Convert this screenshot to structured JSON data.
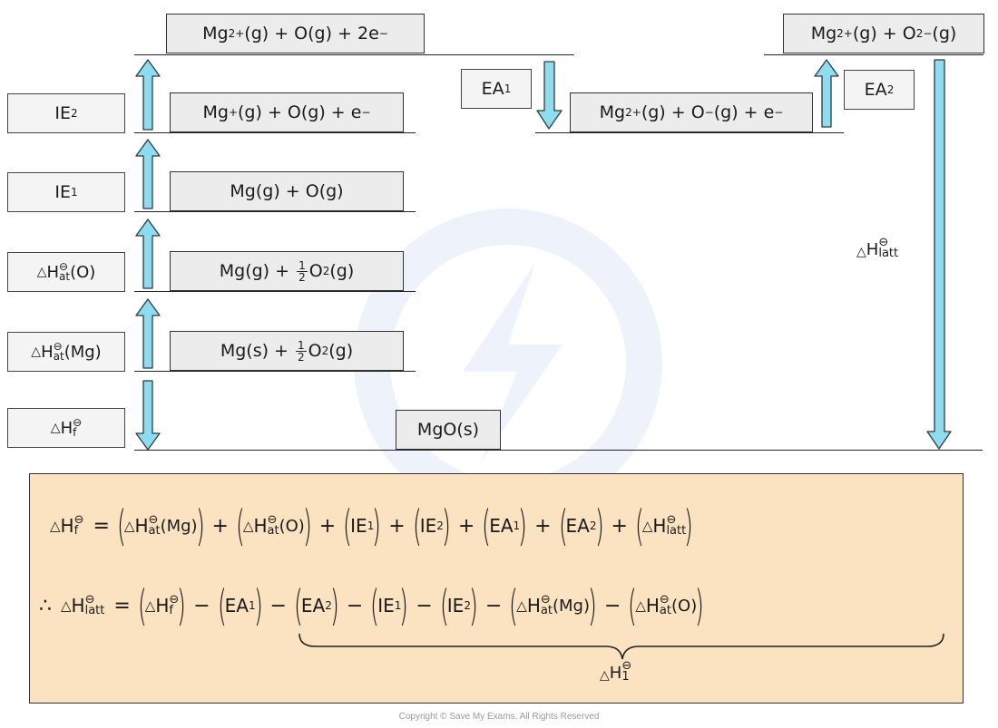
{
  "levels": {
    "top_left": {
      "pre": "Mg",
      "sup": "2+",
      "post": "(g) + O(g) + 2e",
      "sup2": "−"
    },
    "top_right": {
      "pre": "Mg",
      "sup": "2+",
      "mid": "(g) + O",
      "sup2": "2−",
      "post": "(g)"
    },
    "mid_right": {
      "pre": "Mg",
      "sup": "2+",
      "mid": "(g) + O",
      "sup2": "−",
      "post": "(g) + e",
      "sup3": "−"
    },
    "ie2": {
      "pre": "Mg",
      "sup": "+",
      "post": "(g) + O(g) + e",
      "sup2": "−"
    },
    "ie1": {
      "text": "Mg(g) + O(g)"
    },
    "at_o": {
      "pre": "Mg(g) + ",
      "num": "1",
      "den": "2",
      "post": "O",
      "sub": "2",
      "post2": "(g)"
    },
    "at_mg": {
      "pre": "Mg(s) + ",
      "num": "1",
      "den": "2",
      "post": "O",
      "sub": "2",
      "post2": "(g)"
    },
    "mgo": {
      "text": "MgO(s)"
    }
  },
  "labels": {
    "ie2": {
      "main": "IE",
      "sub": "2"
    },
    "ie1": {
      "main": "IE",
      "sub": "1"
    },
    "at_o": {
      "sym": "△",
      "main": "H",
      "std": "⊖",
      "sub": "at",
      "post": "(O)"
    },
    "at_mg": {
      "sym": "△",
      "main": "H",
      "std": "⊖",
      "sub": "at",
      "post": "(Mg)"
    },
    "f": {
      "sym": "△",
      "main": "H",
      "std": "⊖",
      "sub": "f"
    },
    "ea1": {
      "main": "EA",
      "sub": "1"
    },
    "ea2": {
      "main": "EA",
      "sub": "2"
    },
    "latt": {
      "sym": "△",
      "main": "H",
      "std": "⊖",
      "sub": "latt"
    }
  },
  "equation": {
    "eq_sign": "=",
    "plus": "+",
    "minus": "−",
    "therefore": "∴",
    "brace_label": {
      "sym": "△",
      "main": "H",
      "std": "⊖",
      "sub": "1"
    }
  },
  "copyright": "Copyright © Save My Exams. All Rights Reserved",
  "colors": {
    "arrow": "#8fdcf0",
    "arrow_stroke": "#2f3b40",
    "panel": "#fbe3c2",
    "box": "#ececec"
  }
}
